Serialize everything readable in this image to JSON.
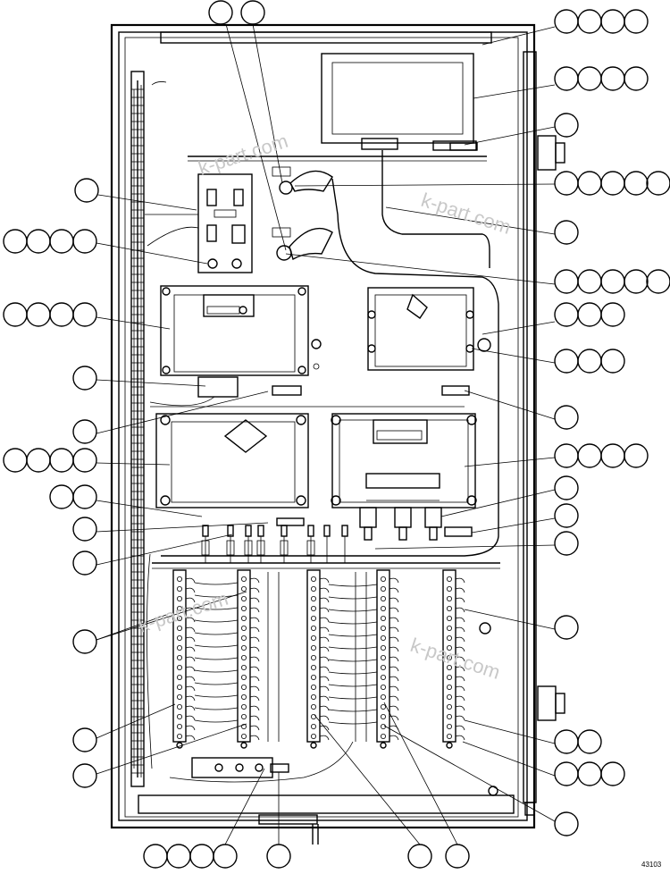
{
  "diagram": {
    "figure_number": "43103",
    "watermarks": [
      "k-part.com",
      "k-part.com",
      "k-part.com",
      "k-part.com"
    ],
    "plate_labels": []
  }
}
